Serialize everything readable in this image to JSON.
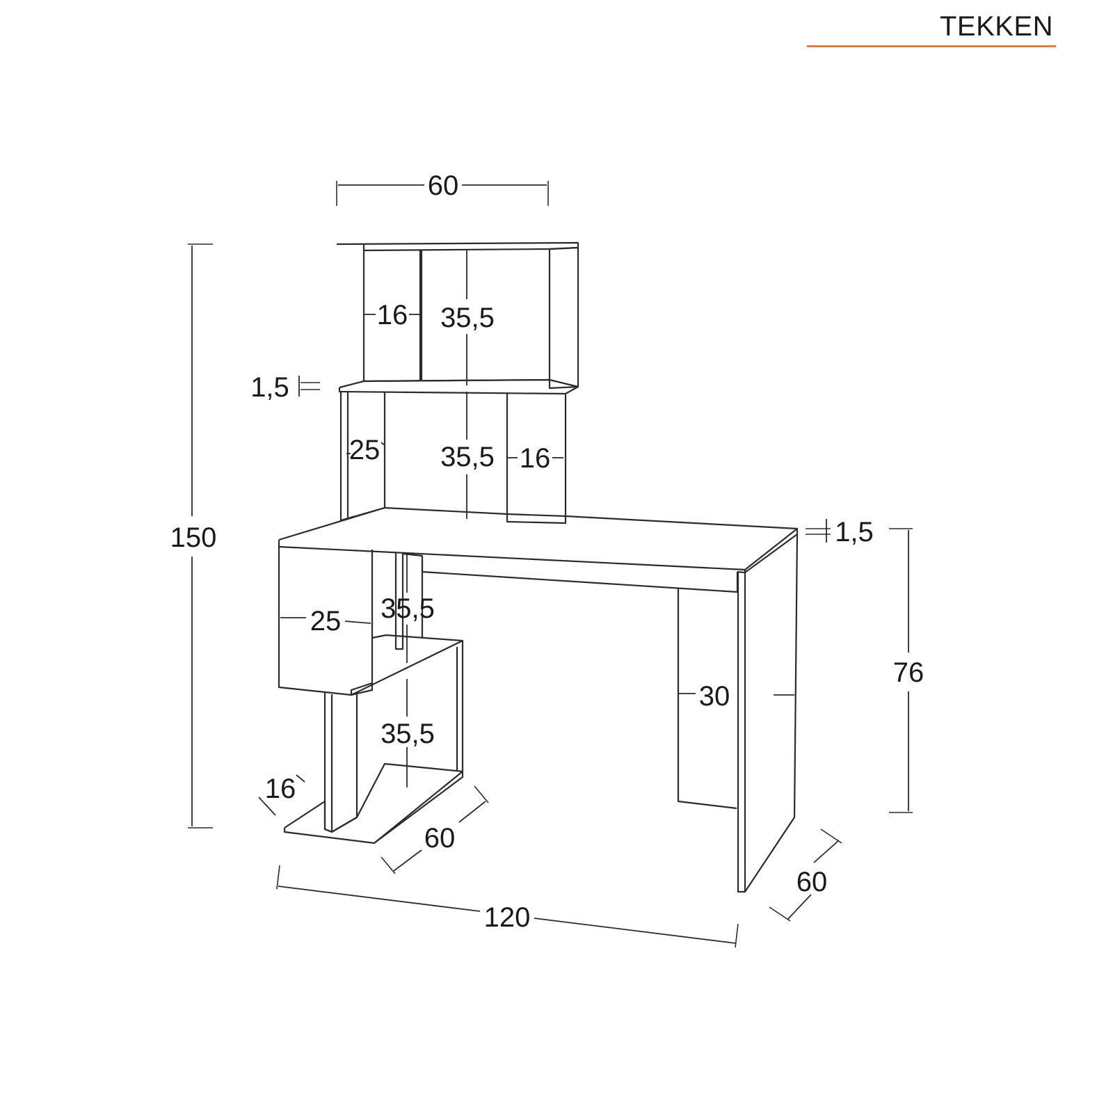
{
  "brand": {
    "name": "TEKKEN",
    "underline_color": "#e07b45"
  },
  "colors": {
    "line": "#2b2b2b",
    "text": "#1a1a1a",
    "background": "#ffffff"
  },
  "dimensions": {
    "top_shelf_width": "60",
    "total_height": "150",
    "upper_niche_width": "16",
    "upper_niche_height": "35,5",
    "shelf_thickness_upper": "1,5",
    "mid_left_depth": "25",
    "mid_niche_height": "35,5",
    "mid_right_width": "16",
    "desktop_thickness": "1,5",
    "desk_height": "76",
    "cabinet_depth": "25",
    "cabinet_upper_height": "35,5",
    "cabinet_lower_height": "35,5",
    "leg_depth": "30",
    "base_thickness": "16",
    "base_length": "60",
    "desk_length": "120",
    "desk_depth": "60"
  }
}
